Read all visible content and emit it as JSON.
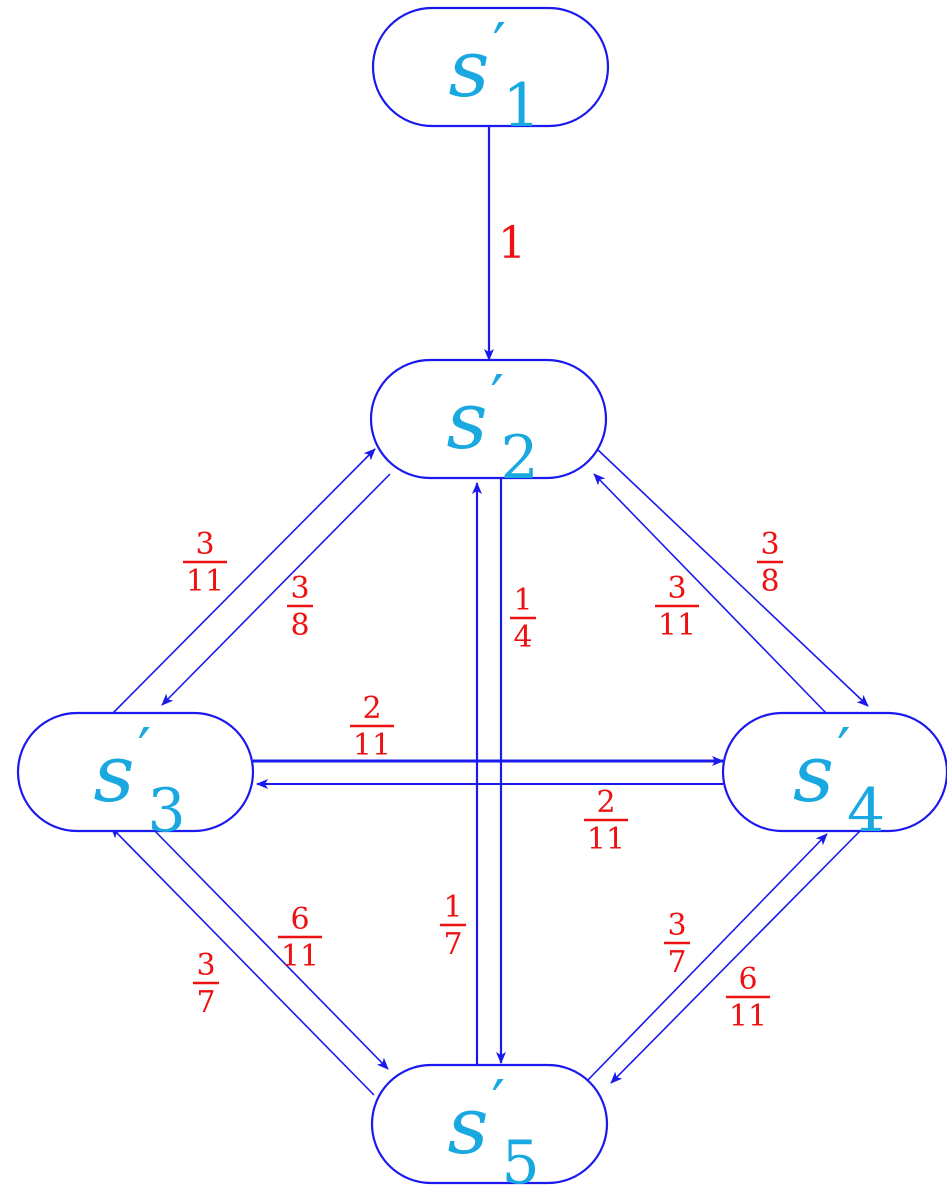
{
  "colors": {
    "edge": "#1a1aee",
    "node_text": "#1aa8e0",
    "label": "#ee1111"
  },
  "nodes": [
    {
      "id": "s1",
      "base": "s",
      "prime": "′",
      "sub": "1"
    },
    {
      "id": "s2",
      "base": "s",
      "prime": "′",
      "sub": "2"
    },
    {
      "id": "s3",
      "base": "s",
      "prime": "′",
      "sub": "3"
    },
    {
      "id": "s4",
      "base": "s",
      "prime": "′",
      "sub": "4"
    },
    {
      "id": "s5",
      "base": "s",
      "prime": "′",
      "sub": "5"
    }
  ],
  "edges": [
    {
      "id": "s1-s2",
      "from": "s1",
      "to": "s2",
      "label": "1"
    },
    {
      "id": "s2-s3",
      "from": "s2",
      "to": "s3",
      "label": {
        "num": "3",
        "den": "8"
      }
    },
    {
      "id": "s3-s2",
      "from": "s3",
      "to": "s2",
      "label": {
        "num": "3",
        "den": "11"
      }
    },
    {
      "id": "s2-s4",
      "from": "s2",
      "to": "s4",
      "label": {
        "num": "3",
        "den": "8"
      }
    },
    {
      "id": "s4-s2",
      "from": "s4",
      "to": "s2",
      "label": {
        "num": "3",
        "den": "11"
      }
    },
    {
      "id": "s2-s5",
      "from": "s2",
      "to": "s5",
      "label": {
        "num": "1",
        "den": "4"
      }
    },
    {
      "id": "s5-s2",
      "from": "s5",
      "to": "s2",
      "label": {
        "num": "1",
        "den": "7"
      }
    },
    {
      "id": "s3-s4",
      "from": "s3",
      "to": "s4",
      "label": {
        "num": "2",
        "den": "11"
      }
    },
    {
      "id": "s4-s3",
      "from": "s4",
      "to": "s3",
      "label": {
        "num": "2",
        "den": "11"
      }
    },
    {
      "id": "s3-s5",
      "from": "s3",
      "to": "s5",
      "label": {
        "num": "6",
        "den": "11"
      }
    },
    {
      "id": "s5-s3",
      "from": "s5",
      "to": "s3",
      "label": {
        "num": "3",
        "den": "7"
      }
    },
    {
      "id": "s4-s5",
      "from": "s4",
      "to": "s5",
      "label": {
        "num": "6",
        "den": "11"
      }
    },
    {
      "id": "s5-s4",
      "from": "s5",
      "to": "s4",
      "label": {
        "num": "3",
        "den": "7"
      }
    }
  ]
}
